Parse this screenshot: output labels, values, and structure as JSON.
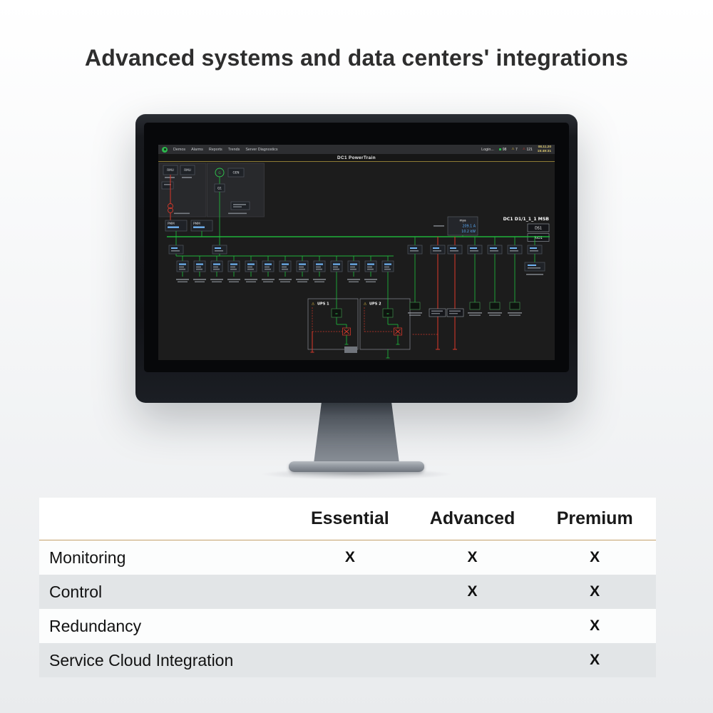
{
  "page": {
    "title": "Advanced systems and data centers' integrations"
  },
  "icons": {
    "warning": "⚠",
    "inverter": "≈"
  },
  "dashboard": {
    "nav": {
      "items": [
        "Demos",
        "Alarms",
        "Reports",
        "Trends",
        "Server Diagnostics"
      ],
      "login_label": "Login...",
      "badges": [
        {
          "value": "98"
        },
        {
          "value": "7"
        },
        {
          "value": "121"
        }
      ],
      "date": "08.11.20",
      "time": "15:49:31"
    },
    "screen_title": "DC1 PowerTrain",
    "diagram": {
      "msb_label": "DC1 D1/1_1_1 MSB",
      "ds1_label": "DS1",
      "rio1_label": "RIO1",
      "rmu1_label": "RMU",
      "rmu2_label": "RMU",
      "gen_symbol": "G",
      "gen_label": "GEN",
      "q1_label": "Q1",
      "pmm1_label": "PMM",
      "pmm2_label": "PMM",
      "meter": {
        "title": "mya",
        "value1": "209.1 A",
        "value2": "10.2 kW"
      },
      "ups1_label": "UPS 1",
      "ups2_label": "UPS 2"
    }
  },
  "table": {
    "columns": [
      "Essential",
      "Advanced",
      "Premium"
    ],
    "rows": [
      {
        "label": "Monitoring",
        "cells": [
          "X",
          "X",
          "X"
        ]
      },
      {
        "label": "Control",
        "cells": [
          "",
          "X",
          "X"
        ]
      },
      {
        "label": "Redundancy",
        "cells": [
          "",
          "",
          "X"
        ]
      },
      {
        "label": "Service Cloud Integration",
        "cells": [
          "",
          "",
          "X"
        ]
      }
    ]
  },
  "colors": {
    "energized_green": "#1fb23a",
    "deenergized_red": "#d4382a",
    "warning_yellow": "#e6c03f",
    "header_rule_tan": "#b99150"
  }
}
